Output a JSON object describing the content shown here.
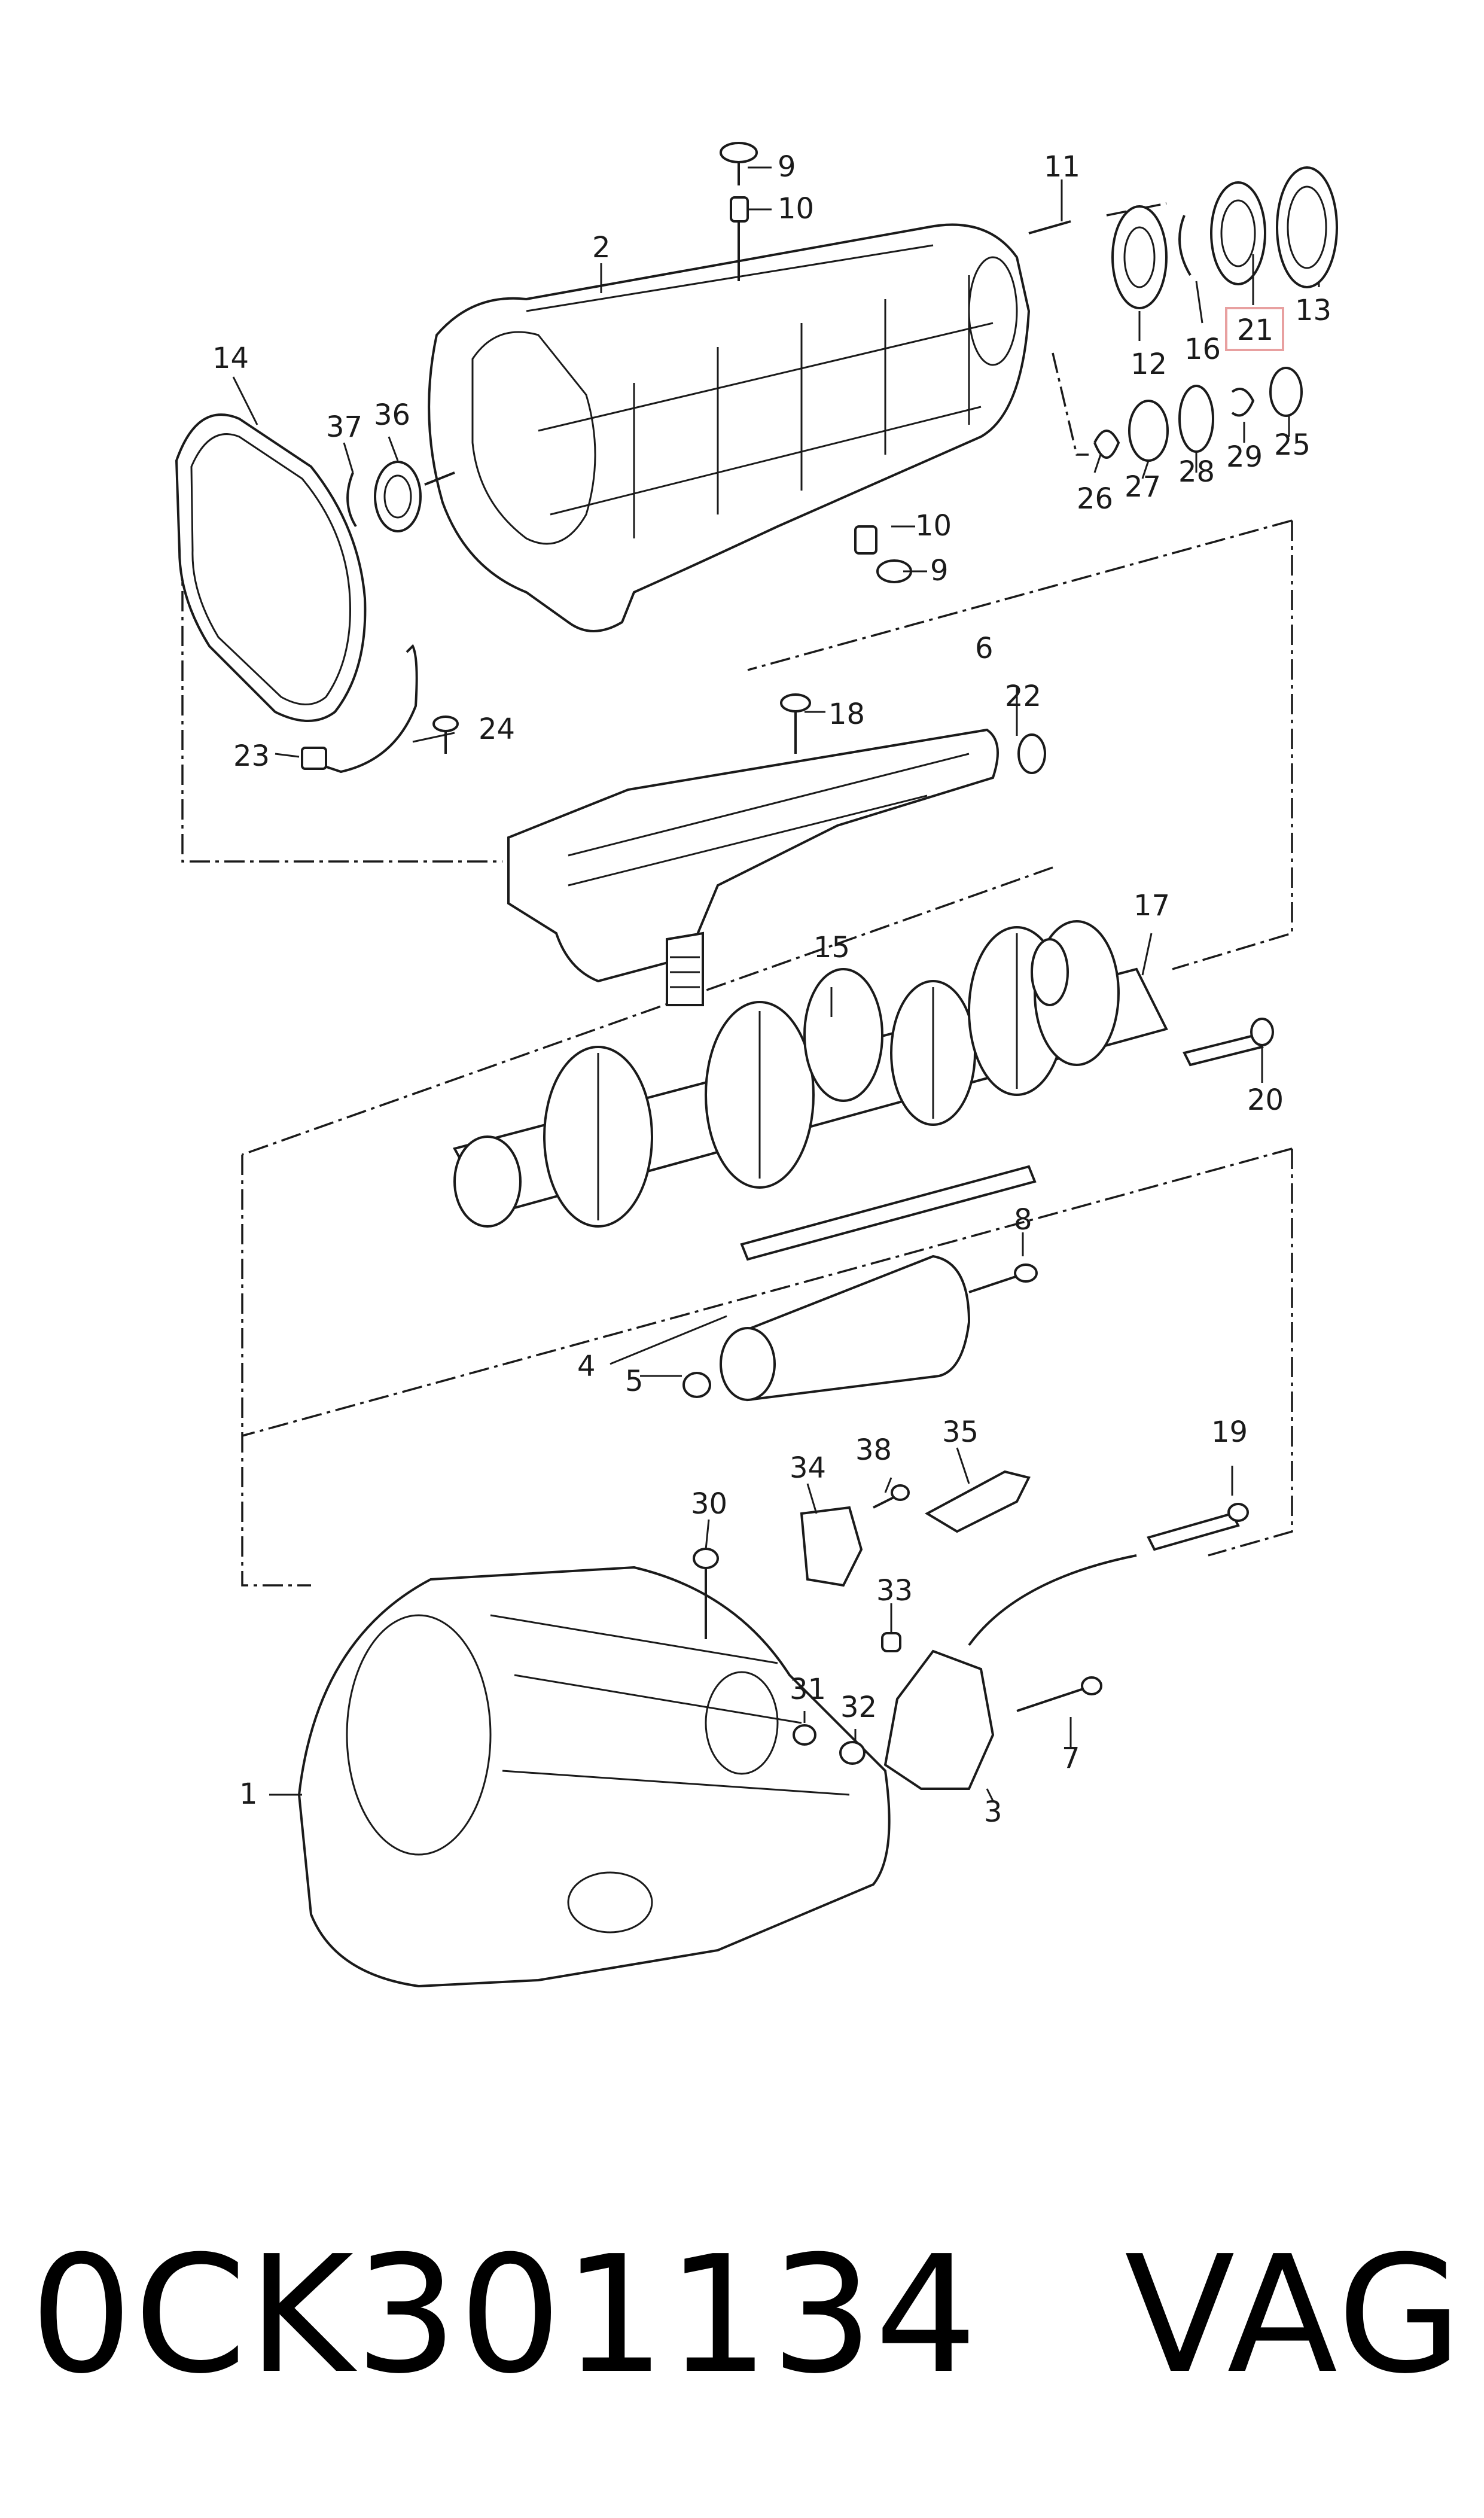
{
  "labels": {
    "1": "1",
    "2": "2",
    "3": "3",
    "4": "4",
    "5": "5",
    "6": "6",
    "7": "7",
    "8": "8",
    "9": "9",
    "10": "10",
    "11": "11",
    "12": "12",
    "13": "13",
    "14": "14",
    "15": "15",
    "16": "16",
    "17": "17",
    "18": "18",
    "19": "19",
    "20": "20",
    "21": "21",
    "22": "22",
    "23": "23",
    "24": "24",
    "25": "25",
    "26": "26",
    "27": "27",
    "28": "28",
    "29": "29",
    "30": "30",
    "31": "31",
    "32": "32",
    "33": "33",
    "34": "34",
    "35": "35",
    "36": "36",
    "37": "37",
    "38": "38"
  },
  "highlighted_label": "21",
  "highlight_color": "#e8a0a0",
  "caption": {
    "part_number": "0CK301134",
    "brand": "VAG"
  }
}
